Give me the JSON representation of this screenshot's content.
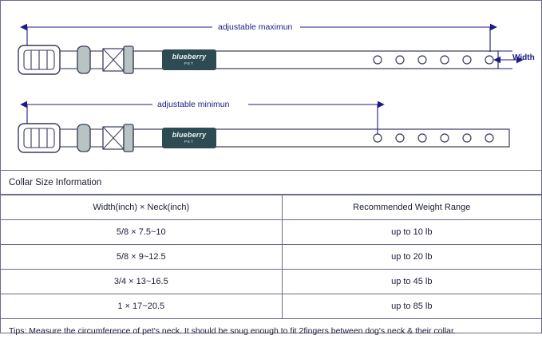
{
  "diagram": {
    "label_adjustable_maximum": "adjustable maximun",
    "label_adjustable_minimum": "adjustable minimun",
    "label_width": "Width",
    "brand_name": "blueberry",
    "brand_sub": "PET",
    "buckle_hole_count_top": 6,
    "buckle_hole_count_bottom": 6
  },
  "table": {
    "title": "Collar Size Information",
    "headers": [
      "Width(inch)  ×  Neck(inch)",
      "Recommended Weight Range"
    ],
    "rows": [
      [
        "5/8 × 7.5~10",
        "up to 10 lb"
      ],
      [
        "5/8 × 9~12.5",
        "up to 20 lb"
      ],
      [
        "3/4 × 13~16.5",
        "up to 45 lb"
      ],
      [
        "1 × 17~20.5",
        "up to 85 lb"
      ]
    ],
    "tips": "Tips: Measure the circumference of pet's neck. It should be snug enough to fit 2fingers between dog's neck & their collar."
  },
  "colors": {
    "line": "#1b1b8a",
    "border": "#6b6b8a",
    "tag": "#2e4a52",
    "strap_outline": "#3a3a5a"
  }
}
